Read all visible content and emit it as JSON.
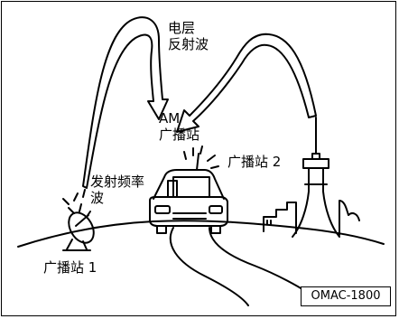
{
  "labels": {
    "ionosphere": [
      "电层",
      "反射波"
    ],
    "am_station": [
      "AM",
      "广播站"
    ],
    "transmit_wave": [
      "发射频率",
      "波"
    ],
    "station_2": "广播站 2",
    "station_1": "广播站 1"
  },
  "code": "OMAC-1800",
  "colors": {
    "line": "#000000",
    "background": "#ffffff"
  }
}
